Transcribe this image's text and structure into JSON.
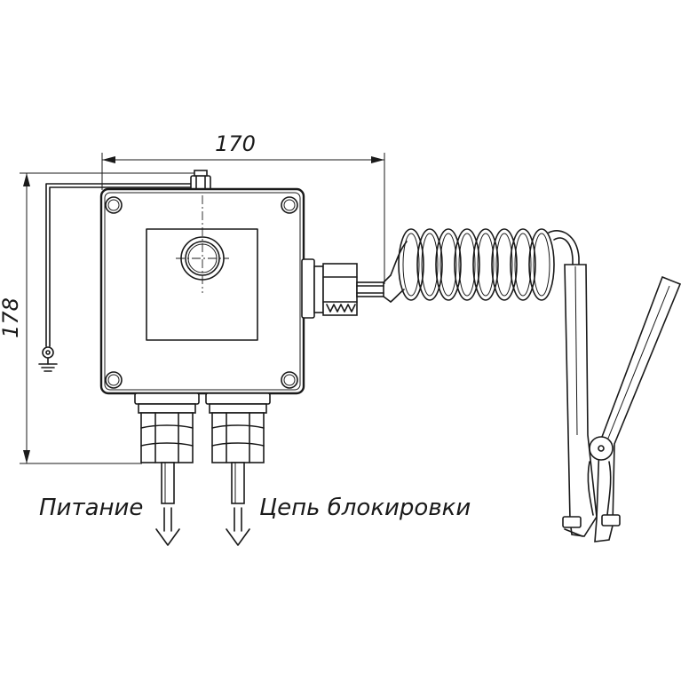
{
  "dimensions": {
    "width_label": "170",
    "height_label": "178"
  },
  "labels": {
    "power": "Питание",
    "interlock": "Цепь блокировки"
  }
}
